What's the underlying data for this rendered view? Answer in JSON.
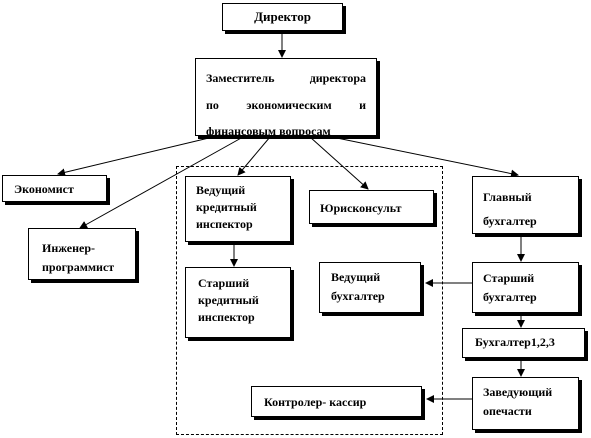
{
  "diagram": {
    "nodes": {
      "director": {
        "lines": [
          "Директор"
        ]
      },
      "deputy": {
        "lines": [
          [
            "Заместитель",
            "директора"
          ],
          [
            "по",
            "экономическим",
            "и"
          ],
          "финансовым вопросам"
        ]
      },
      "economist": {
        "lines": [
          "Экономист"
        ]
      },
      "engineer": {
        "lines": [
          "Инженер-",
          "программист"
        ]
      },
      "lead_credit_inspector": {
        "lines": [
          "Ведущий",
          "кредитный",
          "инспектор"
        ]
      },
      "senior_credit_inspector": {
        "lines": [
          "Старший",
          "кредитный",
          "инспектор"
        ]
      },
      "legal_adviser": {
        "lines": [
          "Юрисконсульт"
        ]
      },
      "lead_accountant": {
        "lines": [
          "Ведущий",
          "бухгалтер"
        ]
      },
      "controller_cashier": {
        "lines": [
          "Контролер- кассир"
        ]
      },
      "chief_accountant": {
        "lines": [
          "Главный",
          "бухгалтер"
        ]
      },
      "senior_accountant": {
        "lines": [
          "Старший",
          "бухгалтер"
        ]
      },
      "accountants_123": {
        "lines": [
          "Бухгалтер1,2,3"
        ]
      },
      "head_of_operations": {
        "lines": [
          "Заведующий",
          "опечасти"
        ]
      }
    },
    "edges": [
      [
        "director",
        "deputy"
      ],
      [
        "deputy",
        "economist"
      ],
      [
        "deputy",
        "engineer"
      ],
      [
        "deputy",
        "lead_credit_inspector"
      ],
      [
        "deputy",
        "legal_adviser"
      ],
      [
        "deputy",
        "chief_accountant"
      ],
      [
        "lead_credit_inspector",
        "senior_credit_inspector"
      ],
      [
        "chief_accountant",
        "senior_accountant"
      ],
      [
        "senior_accountant",
        "lead_accountant"
      ],
      [
        "senior_accountant",
        "accountants_123"
      ],
      [
        "accountants_123",
        "head_of_operations"
      ],
      [
        "head_of_operations",
        "controller_cashier"
      ]
    ]
  }
}
